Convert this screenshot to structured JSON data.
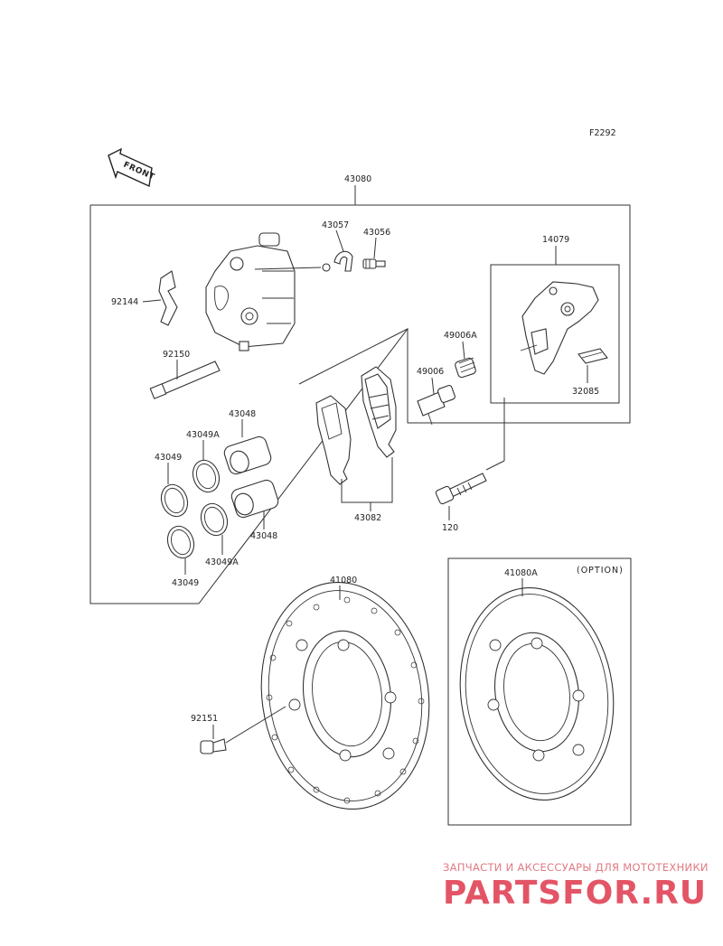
{
  "diagram": {
    "code": "F2292",
    "front_label": "FRONT",
    "option_label": "(OPTION)",
    "parts": [
      {
        "id": "p-43080",
        "number": "43080"
      },
      {
        "id": "p-43057",
        "number": "43057"
      },
      {
        "id": "p-43056",
        "number": "43056"
      },
      {
        "id": "p-14079",
        "number": "14079"
      },
      {
        "id": "p-92144",
        "number": "92144"
      },
      {
        "id": "p-92150",
        "number": "92150"
      },
      {
        "id": "p-49006A",
        "number": "49006A"
      },
      {
        "id": "p-49006",
        "number": "49006"
      },
      {
        "id": "p-32085",
        "number": "32085"
      },
      {
        "id": "p-43048-a",
        "number": "43048"
      },
      {
        "id": "p-43049A-a",
        "number": "43049A"
      },
      {
        "id": "p-43049-a",
        "number": "43049"
      },
      {
        "id": "p-43048-b",
        "number": "43048"
      },
      {
        "id": "p-43049A-b",
        "number": "43049A"
      },
      {
        "id": "p-43049-b",
        "number": "43049"
      },
      {
        "id": "p-43082",
        "number": "43082"
      },
      {
        "id": "p-120",
        "number": "120"
      },
      {
        "id": "p-41080",
        "number": "41080"
      },
      {
        "id": "p-41080A",
        "number": "41080A"
      },
      {
        "id": "p-92151",
        "number": "92151"
      }
    ]
  },
  "watermark": {
    "tagline": "ЗАПЧАСТИ И АКСЕССУАРЫ ДЛЯ МОТОТЕХНИКИ",
    "logo": "PARTSFOR.RU",
    "color": "#e35566"
  }
}
